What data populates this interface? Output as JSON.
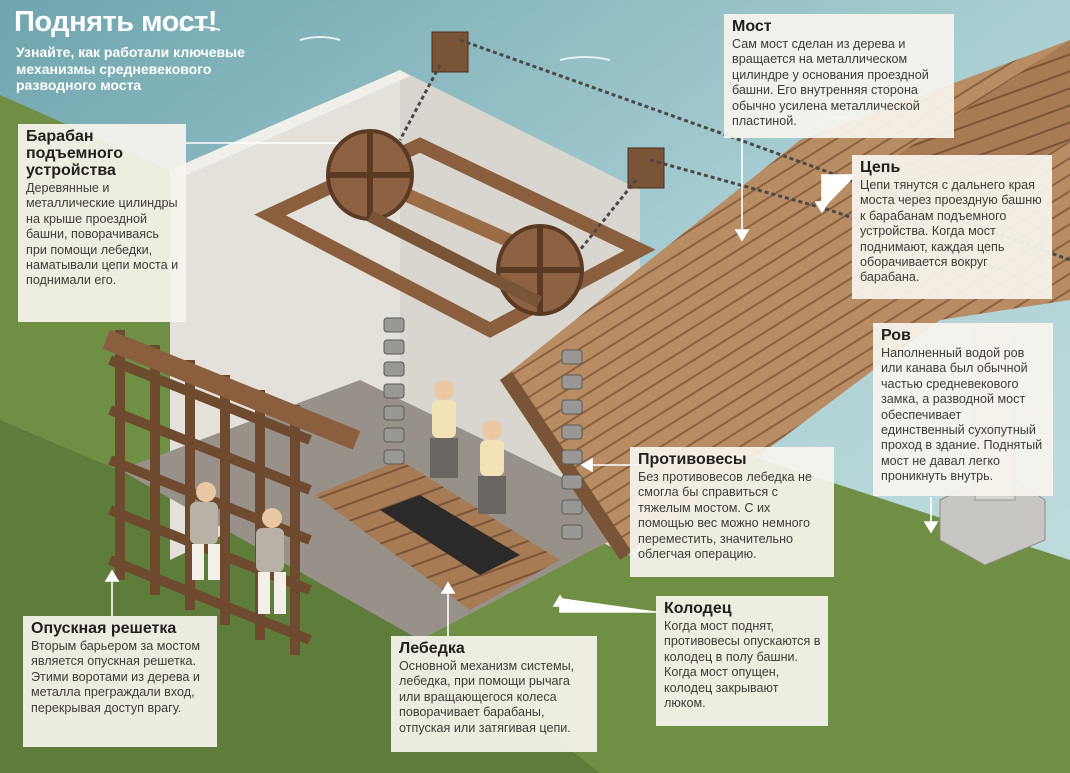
{
  "title": "Поднять мост!",
  "subtitle": "Узнайте, как работали ключевые механизмы средневекового разводного моста",
  "callouts": {
    "baraban": {
      "heading": "Барабан подъемного устройства",
      "text": "Деревянные и металлические цилиндры на крыше проездной башни, поворачиваясь при помощи лебедки, наматывали цепи моста и поднимали его."
    },
    "most": {
      "heading": "Мост",
      "text": "Сам мост сделан из дерева и вращается на металлическом цилиндре у основания проездной башни. Его внутренняя сторона обычно усилена металлической пластиной."
    },
    "tsep": {
      "heading": "Цепь",
      "text": "Цепи тянутся с дальнего края моста через проездную башню к барабанам подъемного устройства. Когда мост поднимают, каждая цепь оборачивается вокруг барабана."
    },
    "rov": {
      "heading": "Ров",
      "text": "Наполненный водой ров или канава был обычной частью средневекового замка, а разводной мост обеспечивает единственный сухопутный проход в здание. Поднятый мост не давал легко проникнуть внутрь."
    },
    "protivovesy": {
      "heading": "Противовесы",
      "text": "Без противовесов лебедка не смогла бы справиться с тяжелым мостом. С их помощью вес можно немного переместить, значительно облегчая операцию."
    },
    "kolodets": {
      "heading": "Колодец",
      "text": "Когда мост поднят, противовесы опускаются в колодец в полу башни. Когда мост опущен, колодец закрывают люком."
    },
    "lebedka": {
      "heading": "Лебедка",
      "text": "Основной механизм системы, лебедка, при помощи рычага или вращающегося колеса поворачивает барабаны, отпуская или затягивая цепи."
    },
    "reshetka": {
      "heading": "Опускная решетка",
      "text": "Вторым барьером за мостом является опускная решетка. Этими воротами из дерева и металла преграждали вход, перекрывая доступ врагу."
    }
  },
  "colors": {
    "water": "#9cc6cc",
    "grass": "#6f8f45",
    "wood_light": "#b48a62",
    "wood_dark": "#7a5437",
    "wall": "#d9d6d0",
    "card_bg": "#f7f4ee",
    "title_text": "#ffffff"
  }
}
